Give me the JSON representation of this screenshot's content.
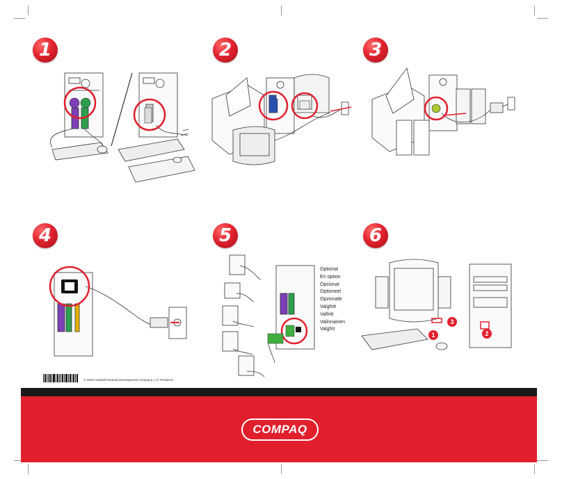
{
  "steps": [
    {
      "number": "1"
    },
    {
      "number": "2"
    },
    {
      "number": "3"
    },
    {
      "number": "4"
    },
    {
      "number": "5"
    },
    {
      "number": "6"
    }
  ],
  "optional_labels": [
    "Optional",
    "En option",
    "Opcional",
    "Optioneel",
    "Opzionale",
    "Valgfritt",
    "Valfritt",
    "Valinnainen",
    "Valgfrit"
  ],
  "callouts": [
    "1",
    "2",
    "3"
  ],
  "copyright": "© 2004 Hewlett-Packard Development Company, L.P.  Printed in",
  "brand": "COMPAQ",
  "colors": {
    "accent": "#e21f2d",
    "dark_bar": "#1a1a1a"
  }
}
